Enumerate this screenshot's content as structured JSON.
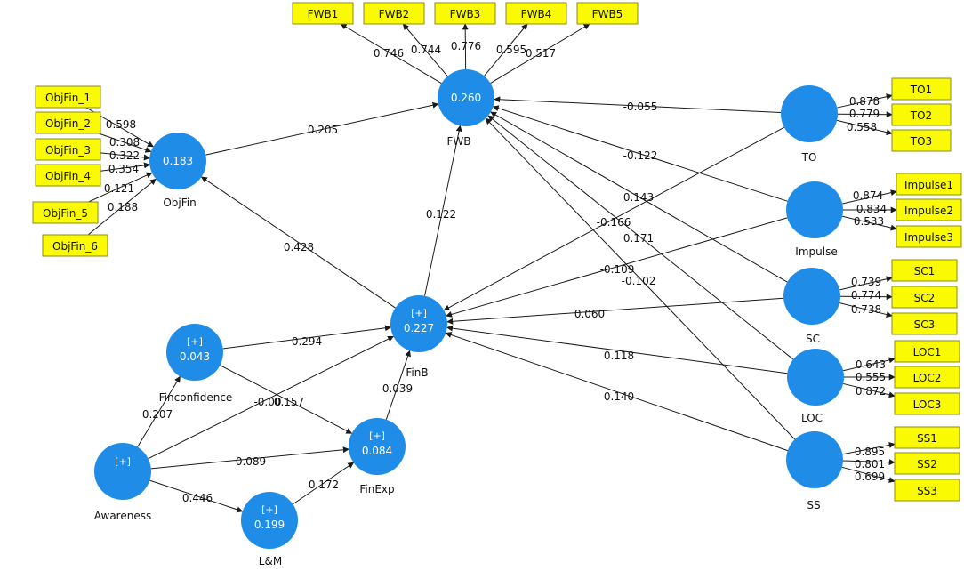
{
  "colors": {
    "construct": "#1f8de8",
    "indicator": "#fafa02",
    "edge": "#1a1a1a"
  },
  "constructs": {
    "FWB": {
      "name": "FWB",
      "value": "0.260",
      "plus": ""
    },
    "ObjFin": {
      "name": "ObjFin",
      "value": "0.183",
      "plus": ""
    },
    "FinB": {
      "name": "FinB",
      "value": "0.227",
      "plus": "[+]"
    },
    "Finconfidence": {
      "name": "Finconfidence",
      "value": "0.043",
      "plus": "[+]"
    },
    "FinExp": {
      "name": "FinExp",
      "value": "0.084",
      "plus": "[+]"
    },
    "Awareness": {
      "name": "Awareness",
      "value": "",
      "plus": "[+]"
    },
    "LM": {
      "name": "L&M",
      "value": "0.199",
      "plus": "[+]"
    },
    "TO": {
      "name": "TO",
      "value": "",
      "plus": ""
    },
    "Impulse": {
      "name": "Impulse",
      "value": "",
      "plus": ""
    },
    "SC": {
      "name": "SC",
      "value": "",
      "plus": ""
    },
    "LOC": {
      "name": "LOC",
      "value": "",
      "plus": ""
    },
    "SS": {
      "name": "SS",
      "value": "",
      "plus": ""
    }
  },
  "indicators": {
    "FWB1": "FWB1",
    "FWB2": "FWB2",
    "FWB3": "FWB3",
    "FWB4": "FWB4",
    "FWB5": "FWB5",
    "ObjFin_1": "ObjFin_1",
    "ObjFin_2": "ObjFin_2",
    "ObjFin_3": "ObjFin_3",
    "ObjFin_4": "ObjFin_4",
    "ObjFin_5": "ObjFin_5",
    "ObjFin_6": "ObjFin_6",
    "TO1": "TO1",
    "TO2": "TO2",
    "TO3": "TO3",
    "Impulse1": "Impulse1",
    "Impulse2": "Impulse2",
    "Impulse3": "Impulse3",
    "SC1": "SC1",
    "SC2": "SC2",
    "SC3": "SC3",
    "LOC1": "LOC1",
    "LOC2": "LOC2",
    "LOC3": "LOC3",
    "SS1": "SS1",
    "SS2": "SS2",
    "SS3": "SS3"
  },
  "loadings": {
    "FWB1": "0.746",
    "FWB2": "0.744",
    "FWB3": "0.776",
    "FWB4": "0.595",
    "FWB5": "0.517",
    "ObjFin_1": "0.598",
    "ObjFin_2": "0.308",
    "ObjFin_3": "0.322",
    "ObjFin_4": "0.354",
    "ObjFin_5": "0.121",
    "ObjFin_6": "0.188",
    "TO1": "0.878",
    "TO2": "0.779",
    "TO3": "0.558",
    "Impulse1": "0.874",
    "Impulse2": "0.834",
    "Impulse3": "0.533",
    "SC1": "0.739",
    "SC2": "0.774",
    "SC3": "0.738",
    "LOC1": "0.643",
    "LOC2": "0.555",
    "LOC3": "0.872",
    "SS1": "0.895",
    "SS2": "0.801",
    "SS3": "0.699"
  },
  "paths": {
    "ObjFin_FWB": "0.205",
    "FinB_FWB": "0.122",
    "FinB_ObjFin": "0.428",
    "TO_FWB": "-0.055",
    "Impulse_FWB": "-0.122",
    "SC_FWB": "0.143",
    "LOC_FWB": "0.171",
    "SS_FWB": "-0.102",
    "TO_FinB": "-0.166",
    "Impulse_FinB": "-0.109",
    "SC_FinB": "0.060",
    "LOC_FinB": "0.118",
    "SS_FinB": "0.140",
    "Finconfidence_FinB": "0.294",
    "Finconfidence_FinExp": "-0.00",
    "Awareness_FinB": "0.157",
    "FinExp_FinB": "0.039",
    "Awareness_Finconfidence": "0.207",
    "Awareness_FinExp": "0.089",
    "Awareness_LM": "0.446",
    "LM_FinExp": "0.172"
  }
}
